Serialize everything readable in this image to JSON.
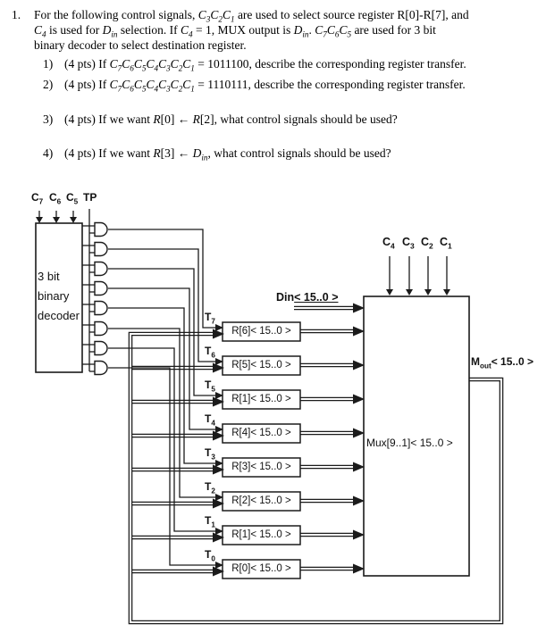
{
  "question": {
    "number": "1.",
    "intro_lines": [
      "For the following control signals, *C_3C_2C_1* are used to select source register R[0]-R[7], and",
      "*C_4* is used for *D_{in}* selection. If *C_4* = 1,  MUX output is  *D_{in}*. *C_7C_6C_5* are used for 3 bit",
      "binary decoder to select destination register."
    ],
    "items": [
      {
        "num": "1)",
        "text": "(4 pts) If *C_7C_6C_5C_4C_3C_2C_1* = 1011100, describe the corresponding register transfer."
      },
      {
        "num": "2)",
        "text": "(4 pts) If *C_7C_6C_5C_4C_3C_2C_1* = 1110111, describe the corresponding register transfer."
      },
      {
        "num": "3)",
        "text": "(4 pts) If we want *R*[0] ← *R*[2], what control signals should be used?"
      },
      {
        "num": "4)",
        "text": "(4 pts) If we want *R*[3] ← *D_{in}*, what control signals should be used?"
      }
    ]
  },
  "diagram": {
    "decoder": {
      "inputs": [
        "C_7",
        "C_6",
        "C_5"
      ],
      "enable": "TP",
      "label_lines": [
        "3 bit",
        "binary",
        "decoder"
      ]
    },
    "registers": [
      {
        "t": "T_7",
        "label": "R[6]< 15..0 >"
      },
      {
        "t": "T_6",
        "label": "R[5]< 15..0 >"
      },
      {
        "t": "T_5",
        "label": "R[1]< 15..0 >"
      },
      {
        "t": "T_4",
        "label": "R[4]< 15..0 >"
      },
      {
        "t": "T_3",
        "label": "R[3]< 15..0 >"
      },
      {
        "t": "T_2",
        "label": "R[2]< 15..0 >"
      },
      {
        "t": "T_1",
        "label": "R[1]< 15..0 >"
      },
      {
        "t": "T_0",
        "label": "R[0]< 15..0 >"
      }
    ],
    "din": {
      "name": "Din",
      "range": "< 15..0 >"
    },
    "mux": {
      "label": "Mux[9..1]< 15..0 >",
      "controls": [
        "C_4",
        "C_3",
        "C_2",
        "C_1"
      ],
      "output": "M_{out}< 15..0 >"
    },
    "colors": {
      "line": "#1b1b1b",
      "background": "#ffffff"
    }
  }
}
